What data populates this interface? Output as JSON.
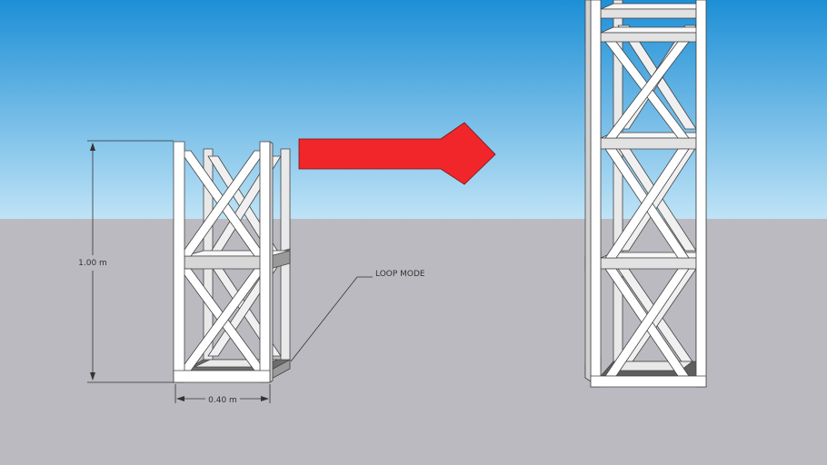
{
  "scene": {
    "sky_top_color": "#1d8fd6",
    "sky_bottom_color": "#bfe3f6",
    "ground_color": "#babac0",
    "truss_color": "#ffffff",
    "arrow_color": "#f0262a"
  },
  "dimensions": {
    "height_label": "1.00 m",
    "width_label": "0.40 m"
  },
  "annotation": {
    "label": "LOOP MODE"
  }
}
